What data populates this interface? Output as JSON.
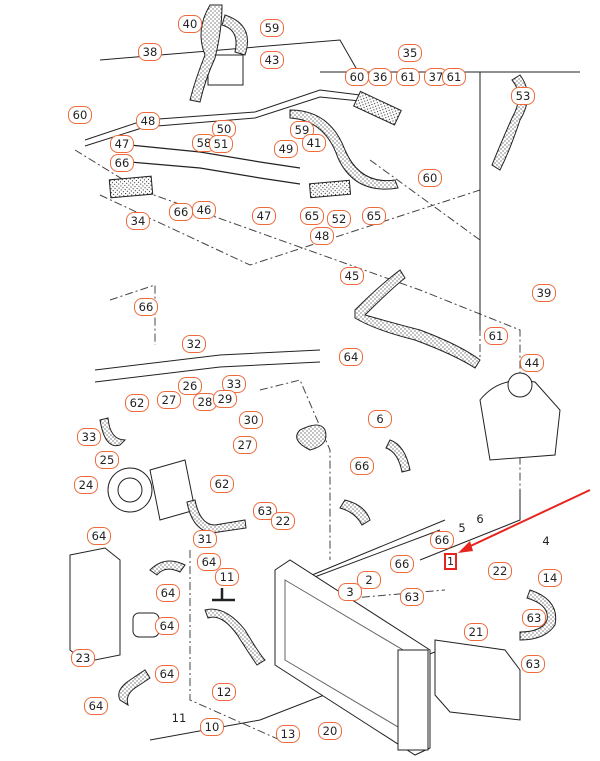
{
  "diagram": {
    "title": "Engine cooling system exploded parts diagram",
    "accent_color": "#ef6a3a",
    "highlight_color": "#e8241e",
    "highlighted_part": {
      "label": "1",
      "description": "highlighted part indicated by red arrow"
    },
    "callouts": [
      {
        "id": "c40",
        "label": "40"
      },
      {
        "id": "c59a",
        "label": "59"
      },
      {
        "id": "c38",
        "label": "38"
      },
      {
        "id": "c43",
        "label": "43"
      },
      {
        "id": "c35",
        "label": "35"
      },
      {
        "id": "c60a",
        "label": "60"
      },
      {
        "id": "c36",
        "label": "36"
      },
      {
        "id": "c61a",
        "label": "61"
      },
      {
        "id": "c37",
        "label": "37"
      },
      {
        "id": "c61b",
        "label": "61"
      },
      {
        "id": "c53",
        "label": "53"
      },
      {
        "id": "c60b",
        "label": "60"
      },
      {
        "id": "c48a",
        "label": "48"
      },
      {
        "id": "c58",
        "label": "58"
      },
      {
        "id": "c50",
        "label": "50"
      },
      {
        "id": "c51",
        "label": "51"
      },
      {
        "id": "c49",
        "label": "49"
      },
      {
        "id": "c59b",
        "label": "59"
      },
      {
        "id": "c41",
        "label": "41"
      },
      {
        "id": "c47a",
        "label": "47"
      },
      {
        "id": "c66a",
        "label": "66"
      },
      {
        "id": "c60c",
        "label": "60"
      },
      {
        "id": "c34",
        "label": "34"
      },
      {
        "id": "c66b",
        "label": "66"
      },
      {
        "id": "c46",
        "label": "46"
      },
      {
        "id": "c47b",
        "label": "47"
      },
      {
        "id": "c65a",
        "label": "65"
      },
      {
        "id": "c52",
        "label": "52"
      },
      {
        "id": "c65b",
        "label": "65"
      },
      {
        "id": "c48b",
        "label": "48"
      },
      {
        "id": "c45",
        "label": "45"
      },
      {
        "id": "c39",
        "label": "39"
      },
      {
        "id": "c66c",
        "label": "66"
      },
      {
        "id": "c61c",
        "label": "61"
      },
      {
        "id": "c44",
        "label": "44"
      },
      {
        "id": "c32",
        "label": "32"
      },
      {
        "id": "c64a",
        "label": "64"
      },
      {
        "id": "c33a",
        "label": "33"
      },
      {
        "id": "c26",
        "label": "26"
      },
      {
        "id": "c27a",
        "label": "27"
      },
      {
        "id": "c28",
        "label": "28"
      },
      {
        "id": "c29",
        "label": "29"
      },
      {
        "id": "c62a",
        "label": "62"
      },
      {
        "id": "c33b",
        "label": "33"
      },
      {
        "id": "c30",
        "label": "30"
      },
      {
        "id": "c27b",
        "label": "27"
      },
      {
        "id": "c25",
        "label": "25"
      },
      {
        "id": "c6a",
        "label": "6"
      },
      {
        "id": "c66d",
        "label": "66"
      },
      {
        "id": "c24",
        "label": "24"
      },
      {
        "id": "c62b",
        "label": "62"
      },
      {
        "id": "c31",
        "label": "31"
      },
      {
        "id": "c63a",
        "label": "63"
      },
      {
        "id": "c22a",
        "label": "22"
      },
      {
        "id": "c5",
        "label": "5"
      },
      {
        "id": "c6b",
        "label": "6"
      },
      {
        "id": "c66e",
        "label": "66"
      },
      {
        "id": "c4",
        "label": "4"
      },
      {
        "id": "c64b",
        "label": "64"
      },
      {
        "id": "c64c",
        "label": "64"
      },
      {
        "id": "c11a",
        "label": "11"
      },
      {
        "id": "c66f",
        "label": "66"
      },
      {
        "id": "c2",
        "label": "2"
      },
      {
        "id": "c3",
        "label": "3"
      },
      {
        "id": "c22b",
        "label": "22"
      },
      {
        "id": "c14",
        "label": "14"
      },
      {
        "id": "c64d",
        "label": "64"
      },
      {
        "id": "c64e",
        "label": "64"
      },
      {
        "id": "c63b",
        "label": "63"
      },
      {
        "id": "c63c",
        "label": "63"
      },
      {
        "id": "c23",
        "label": "23"
      },
      {
        "id": "c64f",
        "label": "64"
      },
      {
        "id": "c21",
        "label": "21"
      },
      {
        "id": "c63d",
        "label": "63"
      },
      {
        "id": "c12",
        "label": "12"
      },
      {
        "id": "c64g",
        "label": "64"
      },
      {
        "id": "c11b",
        "label": "11"
      },
      {
        "id": "c10",
        "label": "10"
      },
      {
        "id": "c13",
        "label": "13"
      },
      {
        "id": "c20",
        "label": "20"
      }
    ]
  }
}
